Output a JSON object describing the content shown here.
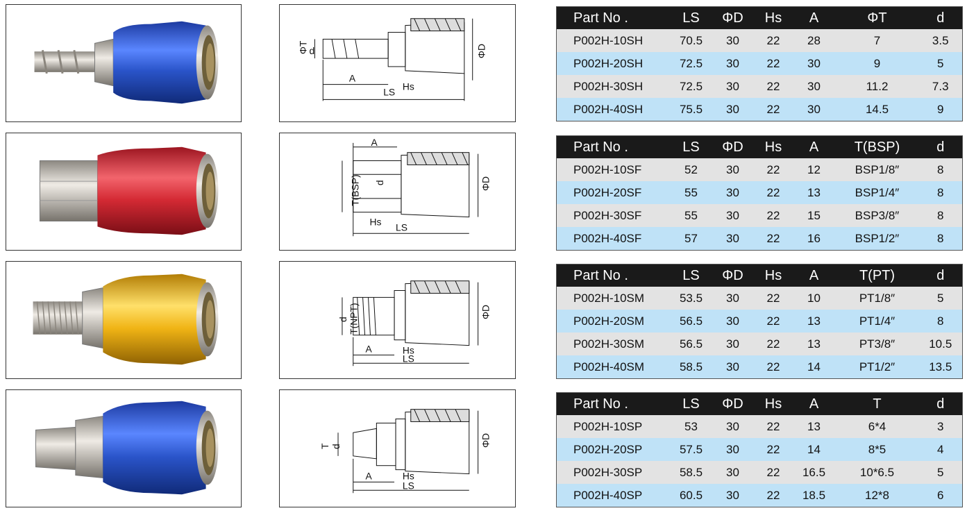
{
  "colors": {
    "header_bg": "#1a1a1a",
    "row_gray": "#e3e3e3",
    "row_blue": "#bfe2f7",
    "coupler_blue": "#2a54c9",
    "coupler_red": "#d42a34",
    "coupler_yellow": "#f0b415",
    "brass": "#c9c4bc"
  },
  "products": [
    {
      "photo_color": "blue",
      "drawing_labels": [
        "ΦT",
        "d",
        "ΦD",
        "A",
        "LS",
        "Hs"
      ],
      "table": {
        "headers": [
          "Part No .",
          "LS",
          "ΦD",
          "Hs",
          "A",
          "ΦT",
          "d"
        ],
        "rows": [
          [
            "P002H-10SH",
            "70.5",
            "30",
            "22",
            "28",
            "7",
            "3.5"
          ],
          [
            "P002H-20SH",
            "72.5",
            "30",
            "22",
            "30",
            "9",
            "5"
          ],
          [
            "P002H-30SH",
            "72.5",
            "30",
            "22",
            "30",
            "11.2",
            "7.3"
          ],
          [
            "P002H-40SH",
            "75.5",
            "30",
            "22",
            "30",
            "14.5",
            "9"
          ]
        ]
      }
    },
    {
      "photo_color": "red",
      "drawing_labels": [
        "A",
        "T(BSP)",
        "d",
        "ΦD",
        "Hs",
        "LS"
      ],
      "table": {
        "headers": [
          "Part No .",
          "LS",
          "ΦD",
          "Hs",
          "A",
          "T(BSP)",
          "d"
        ],
        "rows": [
          [
            "P002H-10SF",
            "52",
            "30",
            "22",
            "12",
            "BSP1/8″",
            "8"
          ],
          [
            "P002H-20SF",
            "55",
            "30",
            "22",
            "13",
            "BSP1/4″",
            "8"
          ],
          [
            "P002H-30SF",
            "55",
            "30",
            "22",
            "15",
            "BSP3/8″",
            "8"
          ],
          [
            "P002H-40SF",
            "57",
            "30",
            "22",
            "16",
            "BSP1/2″",
            "8"
          ]
        ]
      }
    },
    {
      "photo_color": "yellow",
      "drawing_labels": [
        "T(NPT)",
        "d",
        "ΦD",
        "A",
        "Hs",
        "LS"
      ],
      "table": {
        "headers": [
          "Part No .",
          "LS",
          "ΦD",
          "Hs",
          "A",
          "T(PT)",
          "d"
        ],
        "rows": [
          [
            "P002H-10SM",
            "53.5",
            "30",
            "22",
            "10",
            "PT1/8″",
            "5"
          ],
          [
            "P002H-20SM",
            "56.5",
            "30",
            "22",
            "13",
            "PT1/4″",
            "8"
          ],
          [
            "P002H-30SM",
            "56.5",
            "30",
            "22",
            "13",
            "PT3/8″",
            "10.5"
          ],
          [
            "P002H-40SM",
            "58.5",
            "30",
            "22",
            "14",
            "PT1/2″",
            "13.5"
          ]
        ]
      }
    },
    {
      "photo_color": "blue",
      "drawing_labels": [
        "T",
        "d",
        "ΦD",
        "A",
        "Hs",
        "LS"
      ],
      "table": {
        "headers": [
          "Part No .",
          "LS",
          "ΦD",
          "Hs",
          "A",
          "T",
          "d"
        ],
        "rows": [
          [
            "P002H-10SP",
            "53",
            "30",
            "22",
            "13",
            "6*4",
            "3"
          ],
          [
            "P002H-20SP",
            "57.5",
            "30",
            "22",
            "14",
            "8*5",
            "4"
          ],
          [
            "P002H-30SP",
            "58.5",
            "30",
            "22",
            "16.5",
            "10*6.5",
            "5"
          ],
          [
            "P002H-40SP",
            "60.5",
            "30",
            "22",
            "18.5",
            "12*8",
            "6"
          ]
        ]
      }
    }
  ]
}
